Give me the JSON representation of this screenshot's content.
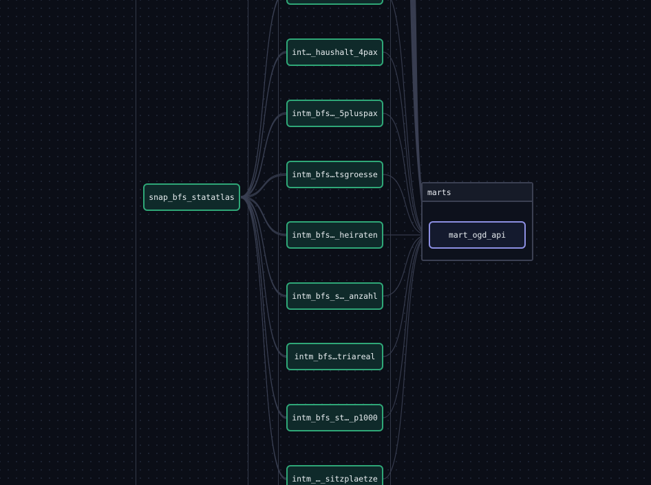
{
  "diagram": {
    "source_node": "snap_bfs_statatlas",
    "intermediate_nodes": [
      {
        "label": ""
      },
      {
        "label": "int…_haushalt_4pax"
      },
      {
        "label": "intm_bfs…_5pluspax"
      },
      {
        "label": "intm_bfs…tsgroesse"
      },
      {
        "label": "intm_bfs…_heiraten"
      },
      {
        "label": "intm_bfs_s…_anzahl"
      },
      {
        "label": "intm_bfs…triareal"
      },
      {
        "label": "intm_bfs_st…_p1000"
      },
      {
        "label": "intm_…_sitzplaetze"
      }
    ],
    "marts_group": {
      "title": "marts",
      "node": "mart_ogd_api"
    },
    "colors": {
      "background": "#0b0e17",
      "node_border": "#2fa878",
      "node_fill": "#0f2a2a",
      "mart_border": "#8d90e4",
      "edge": "#3a3f52"
    }
  }
}
